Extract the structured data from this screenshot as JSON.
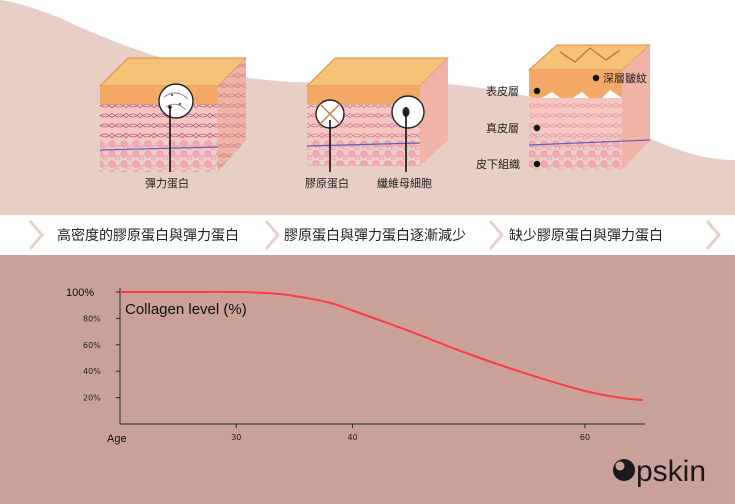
{
  "stages": [
    {
      "label": "高密度的膠原蛋白與彈力蛋白",
      "callouts": [
        "彈力蛋白"
      ]
    },
    {
      "label": "膠原蛋白與彈力蛋白逐漸減少",
      "callouts": [
        "膠原蛋白",
        "纖維母細胞"
      ]
    },
    {
      "label": "缺少膠原蛋白與彈力蛋白",
      "callouts": [
        "深層皺紋",
        "表皮層",
        "真皮層",
        "皮下組織"
      ]
    }
  ],
  "logo_text": "pskin",
  "colors": {
    "top_bg": "#e8cfc6",
    "banner": "#ffffff",
    "chart_bg": "#c9a198",
    "curve": "#ff3b4a",
    "epidermis": "#f3a965",
    "dermis": "#f7c6c0",
    "subcutis": "#f5b3c0"
  },
  "chart_data": {
    "type": "line",
    "title": "Collagen level (%)",
    "xlabel": "Age",
    "ylabel": "",
    "x_ticks": [
      30,
      40,
      60
    ],
    "y_ticks": [
      {
        "value": 100,
        "label": "100%"
      },
      {
        "value": 80,
        "label": "80%"
      },
      {
        "value": 60,
        "label": "60%"
      },
      {
        "value": 40,
        "label": "40%"
      },
      {
        "value": 20,
        "label": "20%"
      }
    ],
    "xlim": [
      20,
      65
    ],
    "ylim": [
      0,
      100
    ],
    "series": [
      {
        "x": [
          20,
          25,
          30,
          33,
          35,
          38,
          40,
          45,
          50,
          55,
          60,
          63,
          65
        ],
        "y": [
          100,
          100,
          100,
          99,
          97,
          92,
          86,
          70,
          53,
          38,
          25,
          20,
          18
        ]
      }
    ]
  }
}
